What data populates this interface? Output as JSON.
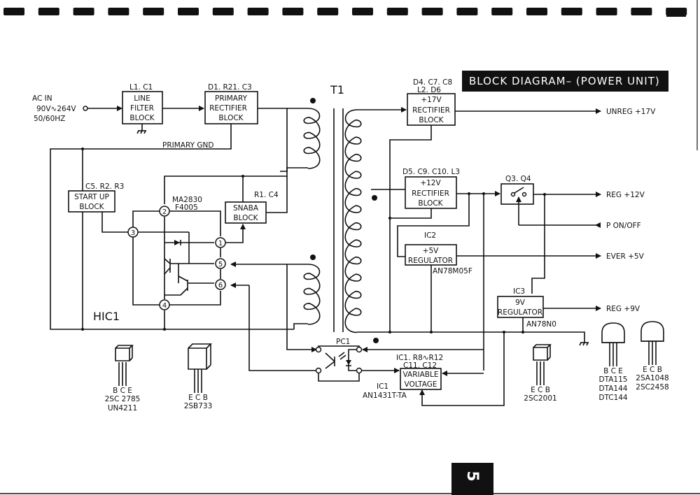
{
  "title": "BLOCK DIAGRAM–  (POWER UNIT)",
  "page_number": "5",
  "input": {
    "line1": "AC  IN",
    "line2": "90V∿264V",
    "line3": "50/60HZ"
  },
  "blocks": {
    "line_filter": {
      "ref": "L1. C1",
      "lines": [
        "LINE",
        "FILTER",
        "BLOCK"
      ]
    },
    "primary_rectifier": {
      "ref": "D1. R21. C3",
      "lines": [
        "PRIMARY",
        "RECTIFIER",
        "BLOCK"
      ]
    },
    "start_up": {
      "ref": "C5. R2. R3",
      "lines": [
        "START  UP",
        "BLOCK"
      ]
    },
    "snaba": {
      "ref": "R1. C4",
      "lines": [
        "SNABA",
        "BLOCK"
      ]
    },
    "rect17": {
      "ref1": "D4. C7. C8",
      "ref2": "L2. D6",
      "lines": [
        "+17V",
        "RECTIFIER",
        "BLOCK"
      ]
    },
    "rect12": {
      "ref": "D5. C9. C10. L3",
      "lines": [
        "+12V",
        "RECTIFIER",
        "BLOCK"
      ]
    },
    "reg5": {
      "ref": "IC2",
      "part": "AN78M05F",
      "lines": [
        "+5V",
        "REGULATOR"
      ]
    },
    "reg9": {
      "ref": "IC3",
      "part": "AN78N0",
      "lines": [
        "9V",
        "REGULATOR"
      ]
    },
    "variable": {
      "ref1": "IC1. R8∿R12",
      "ref2": "C11. C12",
      "ic": "IC1",
      "part": "AN1431T-TA",
      "lines": [
        "VARIABLE",
        "VOLTAGE"
      ]
    },
    "switch": {
      "ref": "Q3. Q4"
    }
  },
  "labels": {
    "primary_gnd": "PRIMARY  GND",
    "transformer": "T1",
    "hic": "HIC1",
    "hic_part1": "MA2830",
    "hic_part2": "F4005",
    "photocoupler": "PC1"
  },
  "pins": [
    "1",
    "2",
    "3",
    "4",
    "5",
    "6"
  ],
  "outputs": [
    {
      "label": "UNREG  +17V",
      "direction": "out"
    },
    {
      "label": "REG  +12V",
      "direction": "out"
    },
    {
      "label": "P  ON/OFF",
      "direction": "in"
    },
    {
      "label": "EVER  +5V",
      "direction": "out"
    },
    {
      "label": "REG  +9V",
      "direction": "out"
    }
  ],
  "transistors": [
    {
      "pins": "B C E",
      "parts": [
        "2SC 2785",
        "UN4211"
      ]
    },
    {
      "pins": "E C B",
      "parts": [
        "2SB733"
      ]
    },
    {
      "pins": "E C B",
      "parts": [
        "2SC2001"
      ]
    },
    {
      "pins": "B C E",
      "parts": [
        "DTA115",
        "DTA144",
        "DTC144"
      ]
    },
    {
      "pins": "E C B",
      "parts": [
        "2SA1048",
        "2SC2458"
      ]
    }
  ]
}
